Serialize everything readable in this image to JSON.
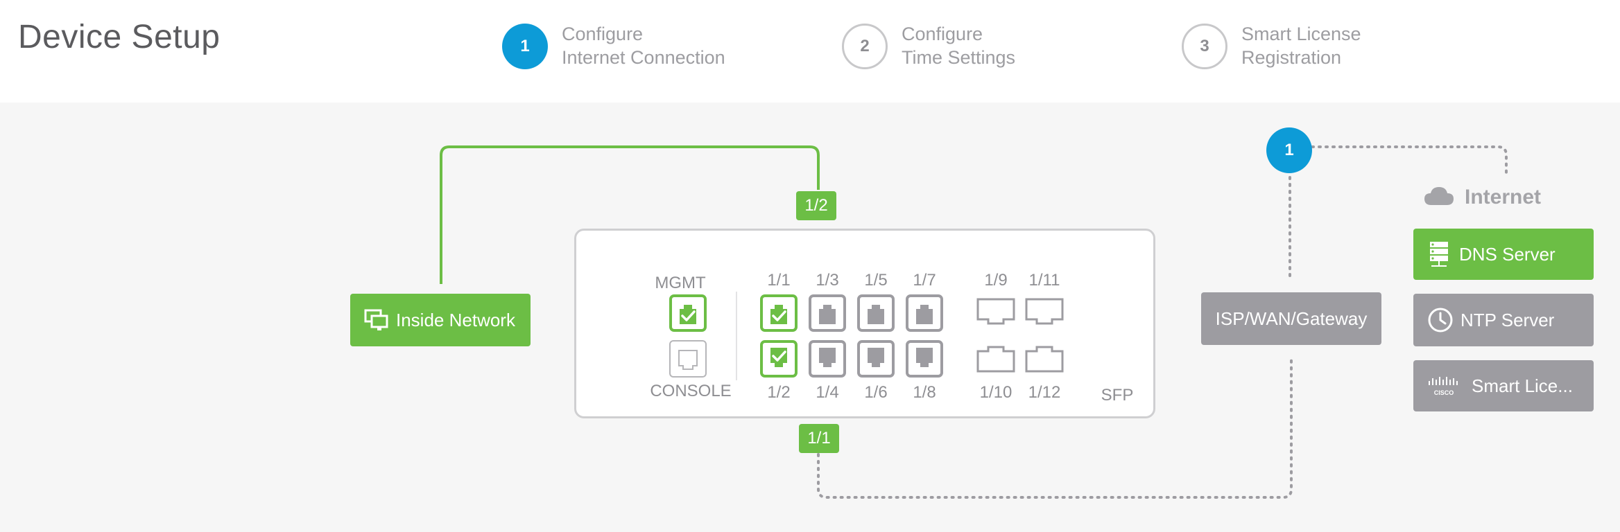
{
  "header": {
    "title": "Device Setup",
    "steps": [
      {
        "number": "1",
        "line1": "Configure",
        "line2": "Internet Connection",
        "state": "active"
      },
      {
        "number": "2",
        "line1": "Configure",
        "line2": "Time Settings",
        "state": "inactive"
      },
      {
        "number": "3",
        "line1": "Smart License",
        "line2": "Registration",
        "state": "inactive"
      }
    ]
  },
  "diagram": {
    "inside_network": "Inside Network",
    "tag_top": "1/2",
    "tag_bottom": "1/1",
    "gateway": "ISP/WAN/Gateway",
    "badge_number": "1",
    "internet_label": "Internet",
    "services": [
      {
        "label": "DNS Server",
        "status": "configured",
        "icon": "server-stack-icon"
      },
      {
        "label": "NTP Server",
        "status": "pending",
        "icon": "clock-icon"
      },
      {
        "label": "Smart Lice...",
        "status": "pending",
        "icon": "cisco-logo-icon"
      }
    ],
    "device": {
      "mgmt_label": "MGMT",
      "console_label": "CONSOLE",
      "sfp_label": "SFP",
      "top_ports": [
        "1/1",
        "1/3",
        "1/5",
        "1/7"
      ],
      "bottom_ports": [
        "1/2",
        "1/4",
        "1/6",
        "1/8"
      ],
      "sfp_top": [
        "1/9",
        "1/11"
      ],
      "sfp_bottom": [
        "1/10",
        "1/12"
      ],
      "connected_ports": [
        "1/1",
        "1/2"
      ]
    }
  },
  "colors": {
    "green": "#6cbe45",
    "blue": "#0d9bd7",
    "gray": "#9d9ca1"
  }
}
